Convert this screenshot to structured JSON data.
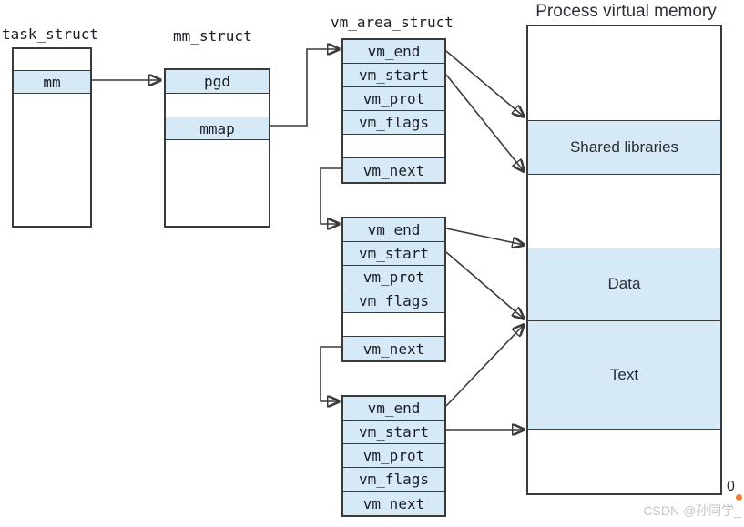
{
  "diagram": {
    "task_struct": {
      "title": "task_struct",
      "rows": {
        "mm": "mm"
      }
    },
    "mm_struct": {
      "title": "mm_struct",
      "rows": {
        "pgd": "pgd",
        "mmap": "mmap"
      }
    },
    "vm_area_struct": {
      "title": "vm_area_struct",
      "boxes": [
        {
          "rows": [
            "vm_end",
            "vm_start",
            "vm_prot",
            "vm_flags",
            "",
            "vm_next"
          ]
        },
        {
          "rows": [
            "vm_end",
            "vm_start",
            "vm_prot",
            "vm_flags",
            "",
            "vm_next"
          ]
        },
        {
          "rows": [
            "vm_end",
            "vm_start",
            "vm_prot",
            "vm_flags",
            "vm_next"
          ]
        }
      ]
    },
    "memory": {
      "title": "Process virtual memory",
      "regions": [
        "",
        "Shared libraries",
        "",
        "Data",
        "Text",
        ""
      ],
      "origin_label": "0"
    },
    "colors": {
      "region_fill": "#d5e9f6",
      "line": "#3a3a3a",
      "watermark_gray": "#c6c6c6",
      "csdn_orange": "#ed7d31"
    }
  },
  "watermark": {
    "text": "CSDN @孙同学_"
  }
}
